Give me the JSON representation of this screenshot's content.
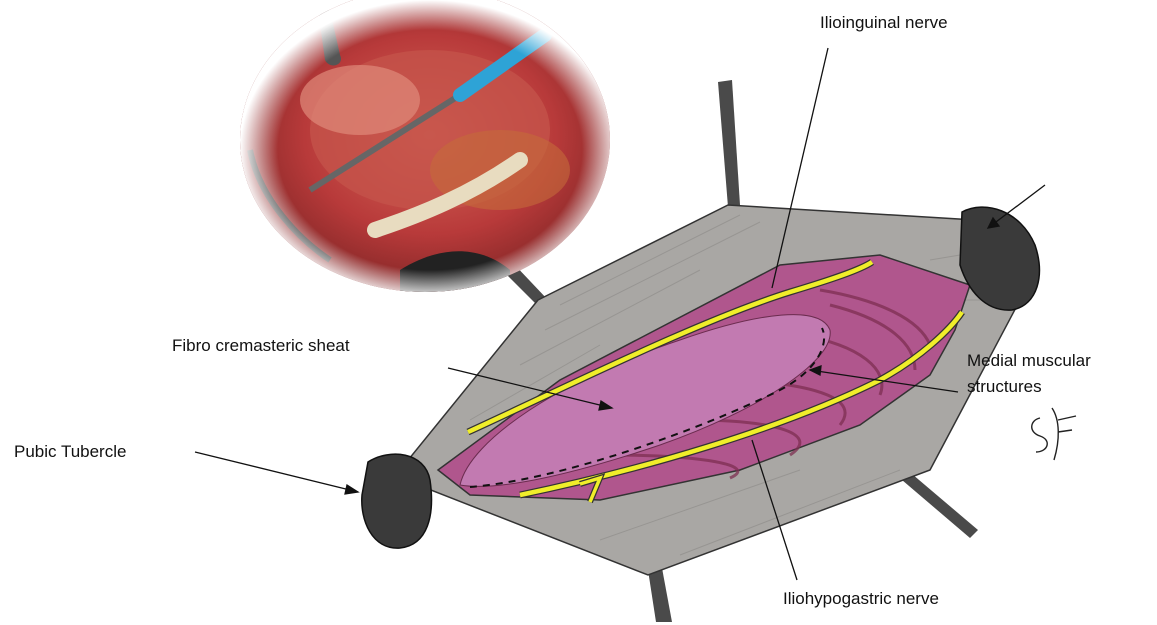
{
  "labels": {
    "ilioinguinal_nerve": "Ilioinguinal nerve",
    "fibro_cremasteric_sheat": "Fibro cremasteric sheat",
    "medial_muscular_line1": "Medial muscular",
    "medial_muscular_line2": "structures",
    "pubic_tubercle": "Pubic Tubercle",
    "iliohypogastric_nerve": "Iliohypogastric nerve"
  },
  "colors": {
    "skin_gray": "#9a9896",
    "skin_gray_light": "#b8b6b3",
    "retractor_dark": "#3b3b3b",
    "tissue_pink": "#b65a92",
    "tissue_deep": "#8f3d5e",
    "sheath_pink": "#c27ab1",
    "nerve_yellow": "#f0ee2a",
    "photo_red": "#b83a3a",
    "probe_blue": "#2ea3d6"
  }
}
